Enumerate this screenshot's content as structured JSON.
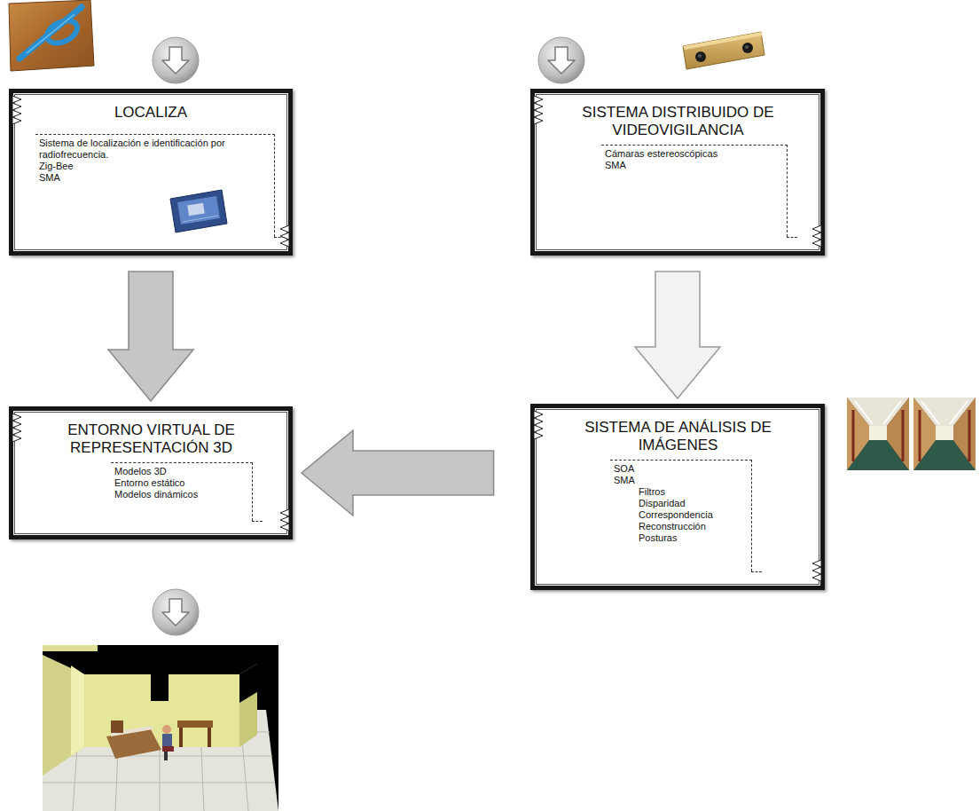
{
  "diagram": {
    "nodes": [
      {
        "text": [
          "LOCALIZA",
          "Sistema de localización e identificación por radiofrecuencia.",
          "Zig-Bee",
          "SMA"
        ]
      },
      {
        "text": [
          "SISTEMA DISTRIBUIDO DE VIDEOVIGILANCIA",
          "Cámaras estereoscópicas",
          "SMA"
        ]
      },
      {
        "text": [
          "ENTORNO VIRTUAL DE REPRESENTACIÓN 3D",
          "Modelos 3D",
          "Entorno estático",
          "Modelos dinámicos"
        ]
      },
      {
        "text": [
          "SISTEMA DE ANÁLISIS DE IMÁGENES",
          "SOA",
          "SMA",
          "Filtros",
          "Disparidad",
          "Correspondencia",
          "Reconstrucción",
          "Posturas"
        ]
      }
    ],
    "edges": [
      {
        "from": 0,
        "to": 2,
        "arrow": "to"
      },
      {
        "from": 1,
        "to": 3,
        "arrow": "to"
      },
      {
        "from": 3,
        "to": 2,
        "arrow": "to"
      }
    ]
  }
}
